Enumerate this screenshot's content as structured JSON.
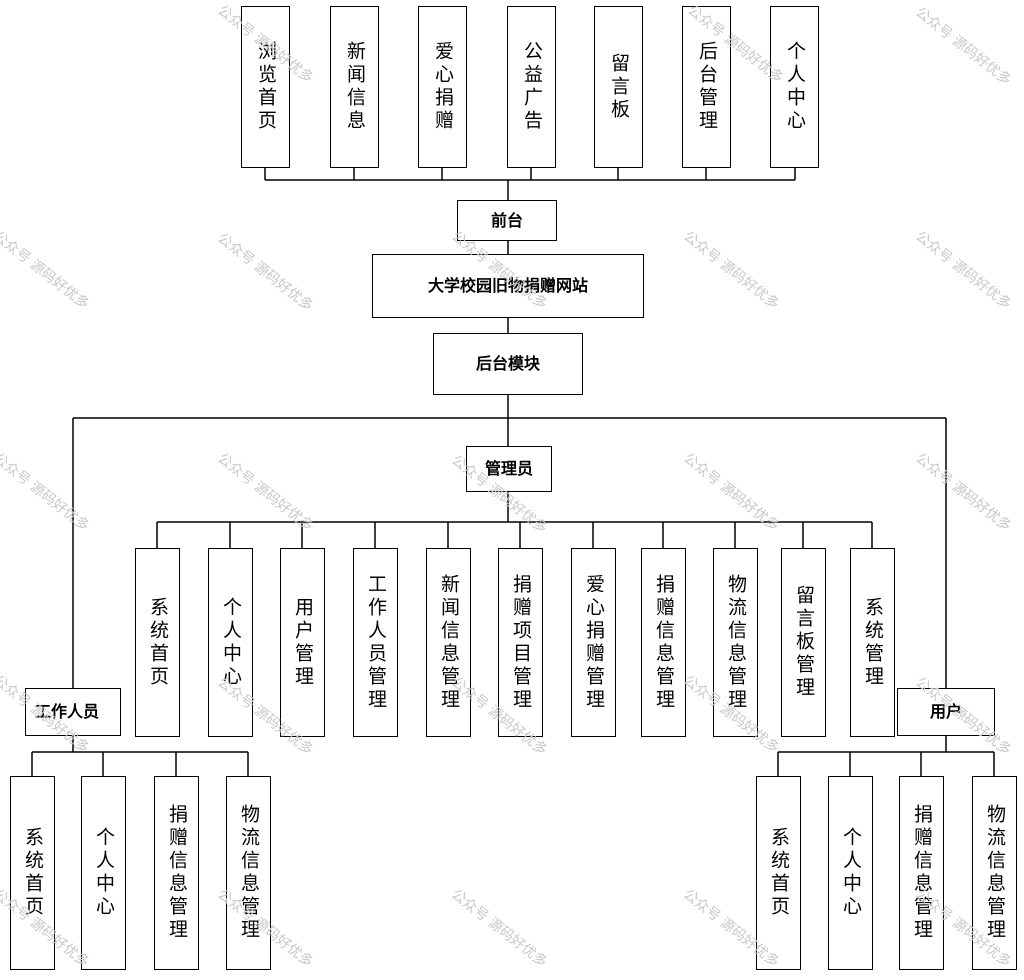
{
  "front_label": "前台",
  "site_title": "大学校园旧物捐赠网站",
  "backend_label": "后台模块",
  "admin_label": "管理员",
  "staff_label": "工作人员",
  "user_label": "用户",
  "front_modules": [
    "浏览首页",
    "新闻信息",
    "爱心捐赠",
    "公益广告",
    "留言板",
    "后台管理",
    "个人中心"
  ],
  "admin_modules": [
    "系统首页",
    "个人中心",
    "用户管理",
    "工作人员管理",
    "新闻信息管理",
    "捐赠项目管理",
    "爱心捐赠管理",
    "捐赠信息管理",
    "物流信息管理",
    "留言板管理",
    "系统管理"
  ],
  "staff_modules": [
    "系统首页",
    "个人中心",
    "捐赠信息管理",
    "物流信息管理"
  ],
  "user_modules": [
    "系统首页",
    "个人中心",
    "捐赠信息管理",
    "物流信息管理"
  ],
  "watermark": "公众号 源码好优多",
  "colors": {
    "line": "#000000",
    "box_border": "#000000",
    "watermark": "#c8c8c8"
  }
}
